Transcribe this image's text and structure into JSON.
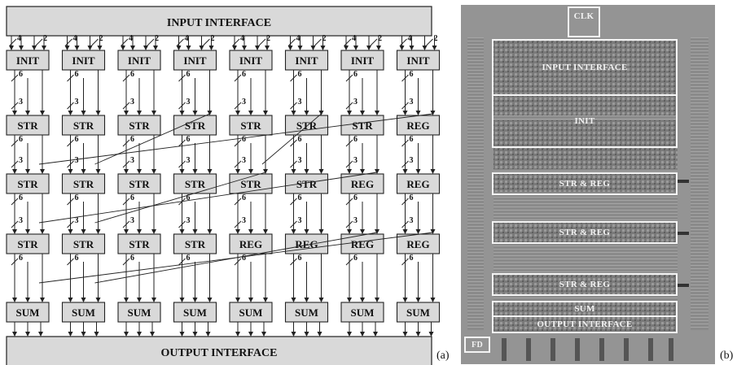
{
  "diagram": {
    "input_interface": "INPUT INTERFACE",
    "output_interface": "OUTPUT INTERFACE",
    "rows": [
      [
        "INIT",
        "INIT",
        "INIT",
        "INIT",
        "INIT",
        "INIT",
        "INIT",
        "INIT"
      ],
      [
        "STR",
        "STR",
        "STR",
        "STR",
        "STR",
        "STR",
        "STR",
        "REG"
      ],
      [
        "STR",
        "STR",
        "STR",
        "STR",
        "STR",
        "STR",
        "REG",
        "REG"
      ],
      [
        "STR",
        "STR",
        "STR",
        "STR",
        "REG",
        "REG",
        "REG",
        "REG"
      ],
      [
        "SUM",
        "SUM",
        "SUM",
        "SUM",
        "SUM",
        "SUM",
        "SUM",
        "SUM"
      ]
    ],
    "bus_labels": {
      "input_a": "4",
      "input_b": "2",
      "out": "6",
      "in": "3"
    },
    "panel_label": "(a)"
  },
  "chip": {
    "clk": "CLK",
    "regions": {
      "input_interface": "INPUT  INTERFACE",
      "init": "INIT",
      "str_reg_1": "STR & REG",
      "str_reg_2": "STR & REG",
      "str_reg_3": "STR & REG",
      "sum": "SUM",
      "output_interface": "OUTPUT  INTERFACE",
      "fd": "FD"
    },
    "panel_label": "(b)"
  },
  "colors": {
    "block_fill": "#d9d9d9",
    "stroke": "#222222",
    "chip_bg": "#8e8e8e",
    "chip_outline": "#f4f4f4"
  }
}
